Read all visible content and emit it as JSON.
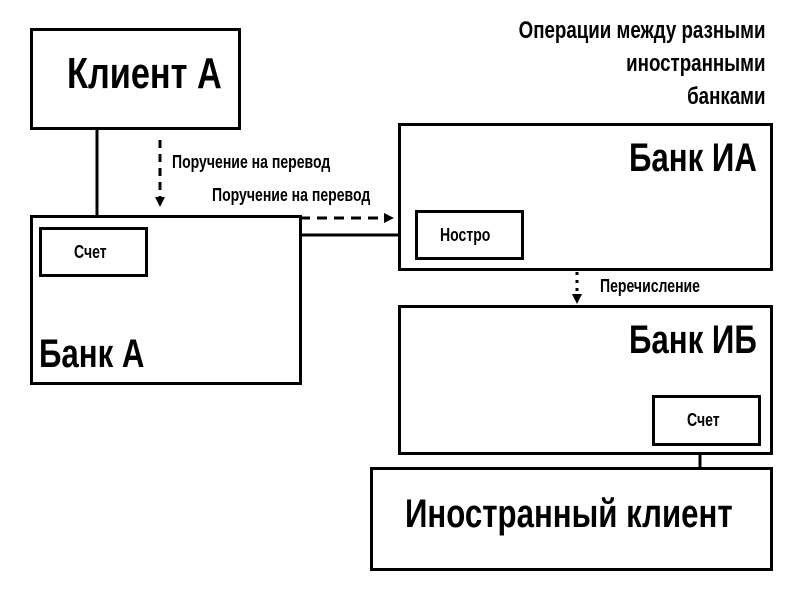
{
  "title": "Операции между разными иностранными банками",
  "title_lines": [
    "Операции между разными",
    "иностранными",
    "банками"
  ],
  "nodes": {
    "client_a": "Клиент А",
    "bank_a": "Банк А",
    "account_a": "Счет",
    "bank_ia": "Банк ИА",
    "nostro": "Ностро",
    "bank_ib": "Банк ИБ",
    "account_ib": "Счет",
    "foreign_client": "Иностранный клиент"
  },
  "edges": {
    "order_1": "Поручение на перевод",
    "order_2": "Поручение на перевод",
    "transfer": "Перечисление"
  }
}
